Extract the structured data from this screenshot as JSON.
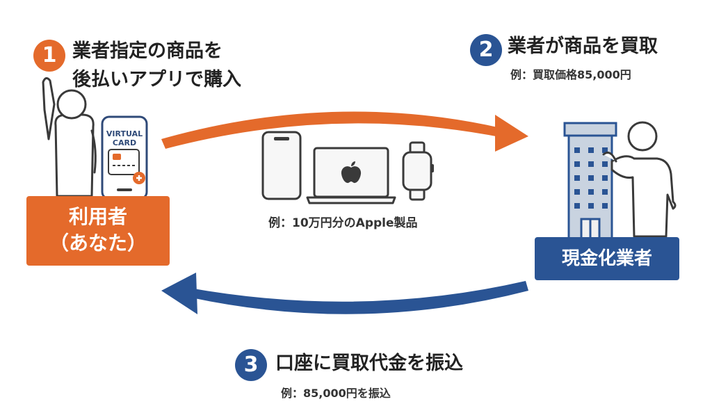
{
  "step1": {
    "number": "1",
    "title_line1": "業者指定の商品を",
    "title_line2": "後払いアプリで購入"
  },
  "step2": {
    "number": "2",
    "title": "業者が商品を買取",
    "note": "例：買取価格85,000円"
  },
  "step3": {
    "number": "3",
    "title": "口座に買取代金を振込",
    "note": "例：85,000円を振込"
  },
  "user": {
    "line1": "利用者",
    "line2": "（あなた）"
  },
  "dealer": {
    "label": "現金化業者"
  },
  "card": {
    "line1": "VIRTUAL",
    "line2": "CARD"
  },
  "products": {
    "note": "例：10万円分のApple製品"
  },
  "colors": {
    "orange": "#E46A2B",
    "blue": "#2A5494",
    "gray_line": "#3A3A3A"
  }
}
